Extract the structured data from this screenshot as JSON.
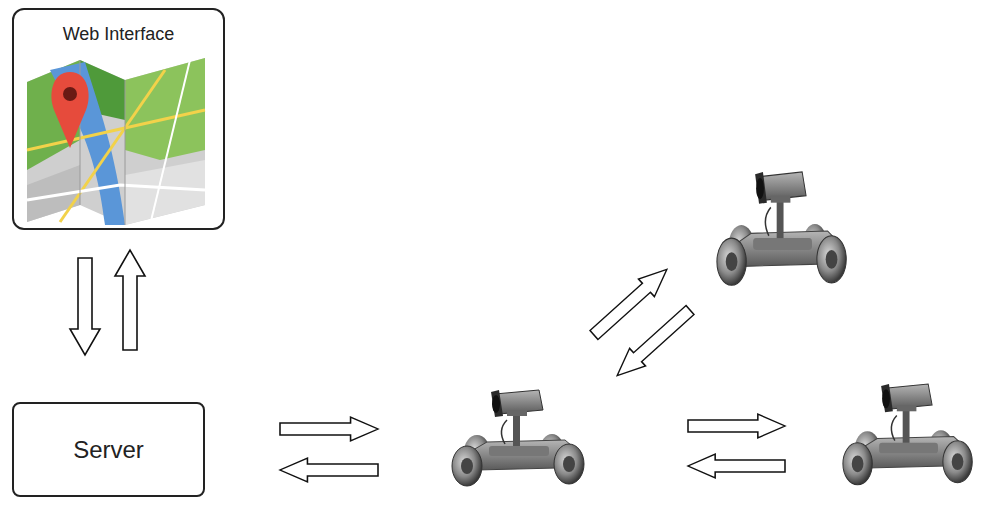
{
  "diagram": {
    "nodes": [
      {
        "text": [
          "Web Interface"
        ]
      },
      {
        "text": [
          "Server"
        ]
      }
    ],
    "edges": [
      {
        "from": 0,
        "to": 1,
        "arrow": "to"
      },
      {
        "from": 1,
        "to": 0,
        "arrow": "to"
      }
    ]
  }
}
